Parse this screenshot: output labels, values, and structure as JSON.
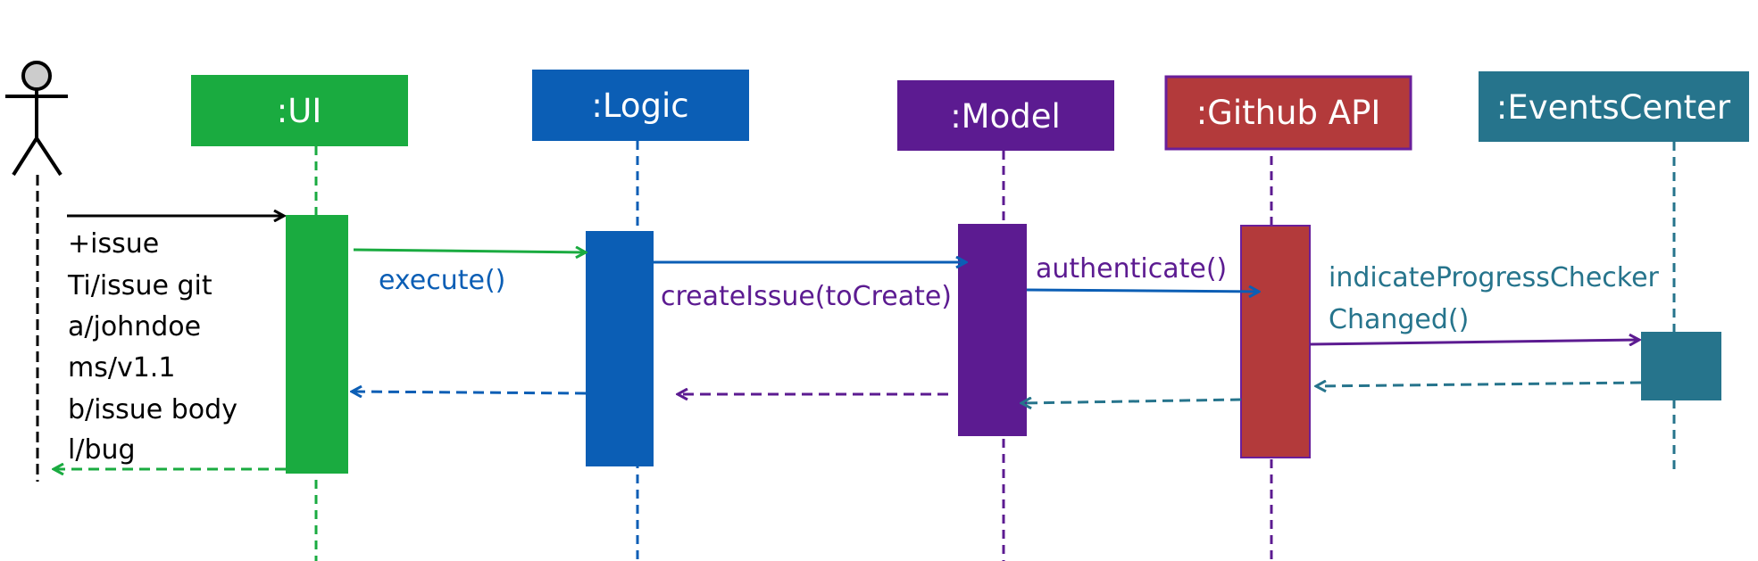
{
  "participants": {
    "ui": ":UI",
    "logic": ":Logic",
    "model": ":Model",
    "github": ":Github API",
    "events": ":EventsCenter"
  },
  "messages": {
    "execute": "execute()",
    "create_issue": "createIssue(toCreate)",
    "authenticate": "authenticate()",
    "indicate_line1": "indicateProgressChecker",
    "indicate_line2": "Changed()"
  },
  "command": [
    "+issue",
    "Ti/issue git",
    "a/johndoe",
    "ms/v1.1",
    "b/issue body",
    "l/bug"
  ],
  "colors": {
    "ui": "#1aab40",
    "logic": "#0b5eb5",
    "model": "#5c1b91",
    "github": "#b33a3b",
    "github_border": "#6a1f9a",
    "events": "#26748c",
    "actor": "#000000",
    "actor_head": "#cccccc"
  }
}
